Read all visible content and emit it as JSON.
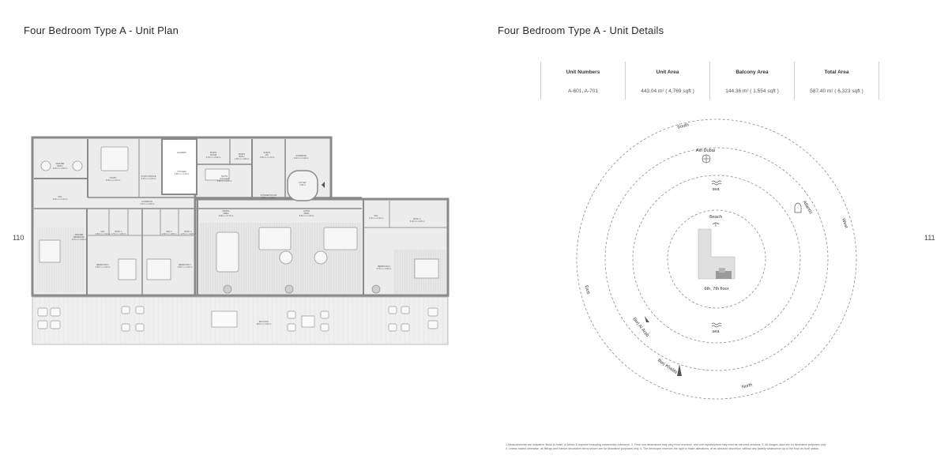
{
  "left": {
    "title": "Four Bedroom Type A - Unit Plan",
    "page_number": "110",
    "rooms": {
      "master_bath": "MASTER\nBATH\n3.60 m x 4.50 m",
      "wic_top": "WIC\n2.90 m x 3.40 m",
      "study": "STUDY\n3.00 m x 4.00 m",
      "study_office": "STUDY/OFFICE\n3.70 m x 3.20 m",
      "laundry": "LAUNDRY",
      "kitchen": "KITCHEN\n2.90 m x 3.70 m",
      "maids_room": "MAIDS\nROOM\n2.70 m x 2.90 m",
      "maids_bath": "MAIDS\nBATH\n1.90 m x 1.80 m",
      "guest_wc": "GUEST\nWC\n1.60 m x 2.10 m",
      "show_kitchen": "SHOW\nKITCHEN\n2.60 m x 3.20 m",
      "corridor_top": "CORRIDOR\n3.20 m x 1.20 m",
      "foyer": "FOYER\n2.30 m",
      "powder_room": "POWDER ROOM\n2.30 m x 1.50 m",
      "corridor_mid": "CORRIDOR\n7.20 m x 1.50 m",
      "master_bedroom": "MASTER\nBEDROOM\n4.70 m x 3.60 m",
      "wic_2": "WIC\n2.60 m x 1.90 m",
      "bath_2": "BATH 2\n2.70 m x 1.60 m",
      "wic_3": "WIC 3\n2.00 m x 1.80 m",
      "bath_3": "BATH 3\n2.70 m x 1.60 m",
      "bedroom_2": "BEDROOM 2\n3.20 m x 4.20 m",
      "bedroom_3": "BEDROOM 3\n3.20 m x 4.20 m",
      "dining_area": "DINING\nAREA\n3.90 m x 6.70 m",
      "living_area": "LIVING\nAREA\n8.40 m x 7.40 m",
      "wic_4": "WIC\n2.70 m x 2.30 m",
      "bath_4": "BATH 4\n3.00 m x 1.60 m",
      "bedroom_4": "BEDROOM 4\n4.70 m x 3.80 m",
      "balcony": "BALCONY\n46.0 m x 3.00 m"
    }
  },
  "right": {
    "title": "Four Bedroom Type A - Unit Details",
    "page_number": "111",
    "table": {
      "headers": [
        "Unit Numbers",
        "Unit Area",
        "Balcony Area",
        "Total Area"
      ],
      "values": [
        "A-601, A-701",
        "443.04 m² ( 4,769 sqft )",
        "144.36 m² ( 1,554 sqft )",
        "587.40 m² ( 6,323 sqft )"
      ]
    },
    "map": {
      "south": "South",
      "north": "North",
      "east": "East",
      "west": "West",
      "ain_dubai": "Ain Dubai",
      "sea_top": "sea",
      "sea_bottom": "sea",
      "beach": "Beach",
      "atlantis": "Atlantis",
      "burj_al_arab": "Burj Al Arab",
      "burj_khalifa": "Burj Khalifa",
      "floor": "6th, 7th floor"
    },
    "footnote_1": "1.Measurements are indicative 'finish to finish' in Metric & Imperial excluding construction tolerance. 2. Final unit dimensions may vary from brochure, and unit layouts/plans may exist as mirrored versions. 3. All images used are for illustrative purposes only.",
    "footnote_2": "4. Unless stated otherwise, all fittings and interior decorative items shown are for illustrative purposes only. 5. The developer reserves the right to make alterations, at its absolute discretion, without any liability whatsoever up to the final 'as built' status."
  },
  "colors": {
    "text": "#2b2b2b",
    "plan_fill": "#ececec",
    "wall": "#8a8a8a",
    "ring": "#8c8c8c"
  }
}
